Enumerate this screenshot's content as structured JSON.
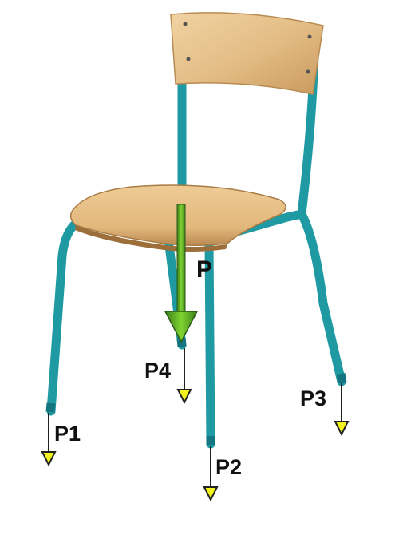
{
  "labels": {
    "p": "P",
    "p1": "P1",
    "p2": "P2",
    "p3": "P3",
    "p4": "P4"
  },
  "colors": {
    "frame": "#1f9aa3",
    "wood": "#e4bd86",
    "total_force_arrow": "#2e9a1f",
    "leg_force_arrow": "#f2f21e"
  },
  "icons": {
    "total_force": "down-arrow-icon",
    "leg_forces": "down-arrow-icon"
  }
}
